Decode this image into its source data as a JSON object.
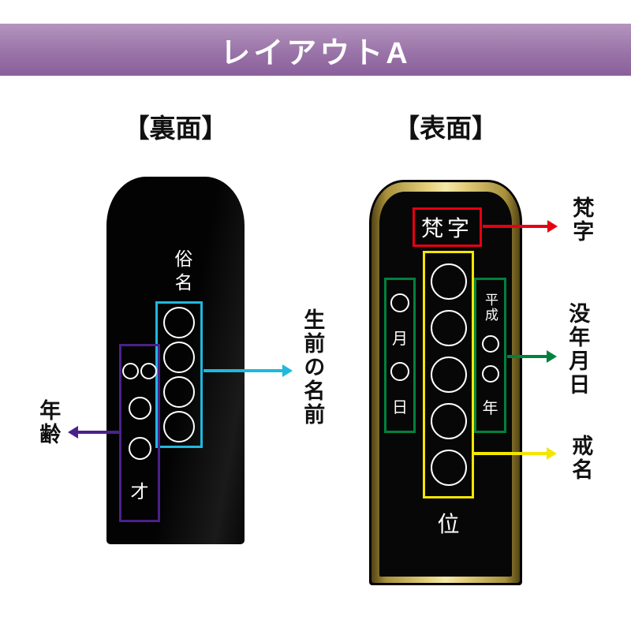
{
  "banner": {
    "title": "レイアウトA"
  },
  "colors": {
    "banner_top": "#b595be",
    "banner_bottom": "#8a5f9b",
    "cyan": "#1fb8de",
    "purple": "#4a2189",
    "red": "#e60012",
    "green": "#00813e",
    "yellow": "#f5e600",
    "gold": "#e3cf7d",
    "tablet_black": "#070707"
  },
  "back": {
    "heading": "【裏面】",
    "zokumyo_label": "俗名",
    "name_circle_count": 4,
    "age_pair_count": 2,
    "age_single_count": 2,
    "age_suffix": "才",
    "name_annotation": "生前の名前",
    "age_annotation": "年齢"
  },
  "front": {
    "heading": "【表面】",
    "bonji_label": "梵字",
    "bonji_annotation": "梵字",
    "kaimyo_circle_count": 5,
    "kurai_label": "位",
    "era_label": "平成",
    "year_label": "年",
    "era_circle_count": 2,
    "month_label": "月",
    "day_label": "日",
    "date_annotation": "没年月日",
    "kaimyo_annotation": "戒名"
  }
}
